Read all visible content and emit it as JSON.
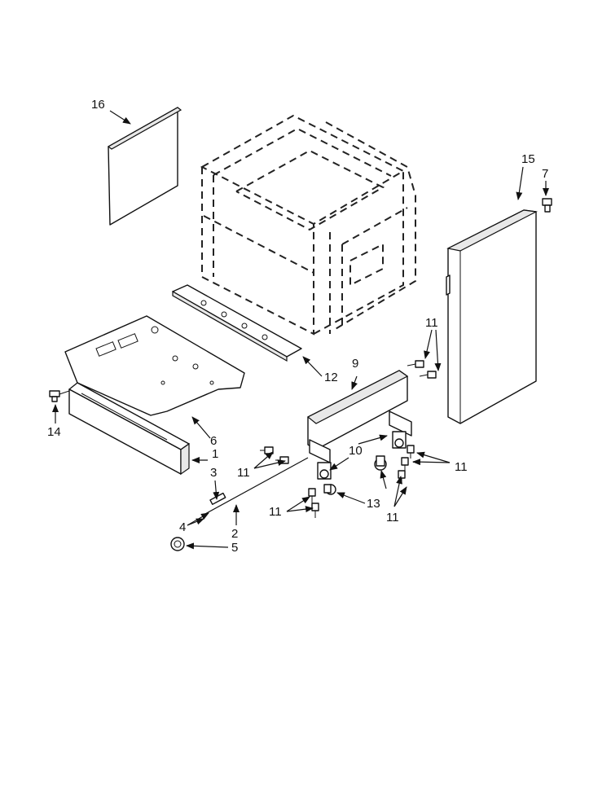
{
  "callouts": {
    "c1": "1",
    "c2": "2",
    "c3": "3",
    "c4": "4",
    "c5": "5",
    "c6": "6",
    "c7": "7",
    "c9": "9",
    "c10": "10",
    "c11a": "11",
    "c11b": "11",
    "c11c": "11",
    "c11d": "11",
    "c11e": "11",
    "c12": "12",
    "c13": "13",
    "c14": "14",
    "c15": "15",
    "c16": "16"
  },
  "colors": {
    "line": "#111111",
    "background": "#ffffff"
  }
}
